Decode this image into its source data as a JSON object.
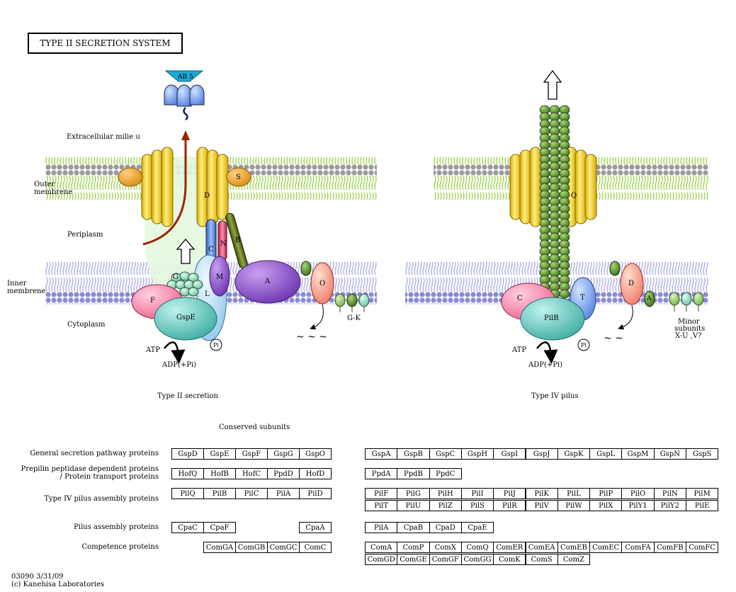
{
  "title": "TYPE II SECRETION SYSTEM",
  "labels": {
    "extracellular": "Extracellular milie u",
    "outer_membrene_1": "Outer",
    "outer_membrene_2": "membrene",
    "periplasm": "Periplasm",
    "inner_membrene_1": "Inner",
    "inner_membrene_2": "membrene",
    "cytoplasm": "Cytoplasm",
    "ab5": "AB 5",
    "atp_left": "ATP",
    "adp_left": "ADP(+Pi)",
    "atp_right": "ATP",
    "adp_right": "ADP(+Pi)",
    "pi_left": "Pi",
    "pi_right": "Pi",
    "gk": "G-K",
    "minor1": "Minor",
    "minor2": "subunits",
    "minor3": "X-U ,V?",
    "type2": "Type II secretion",
    "type4": "Type IV pilus",
    "conserved": "Conserved subunits"
  },
  "proteins_left": {
    "D": "D",
    "S": "S",
    "C": "C",
    "N": "N",
    "B": "B",
    "M": "M",
    "L": "L",
    "A": "A",
    "O": "O",
    "F": "F",
    "GspE": "GspE",
    "G": "G"
  },
  "proteins_right": {
    "Q": "Q",
    "C": "C",
    "T": "T",
    "D": "D",
    "A": "A",
    "PilB": "PilB"
  },
  "rows": [
    {
      "label1": "General secretion pathway proteins",
      "label2": "",
      "left": [
        "GspD",
        "GspE",
        "GspF",
        "GspG",
        "GspO"
      ],
      "right": [
        [
          "GspA",
          "GspB",
          "GspC",
          "GspH",
          "GspI",
          "GspJ",
          "GspK",
          "GspL",
          "GspM",
          "GspN",
          "GspS"
        ]
      ]
    },
    {
      "label1": "Prepilin peptidase dependent proteins",
      "label2": "/ Protein transport proteins",
      "left": [
        "HofQ",
        "HofB",
        "HofC",
        "PpdD",
        "HofD"
      ],
      "right": [
        [
          "PpdA",
          "PpdB",
          "PpdC"
        ]
      ]
    },
    {
      "label1": "Type IV pilus assembly proteins",
      "label2": "",
      "left": [
        "PilQ",
        "PilB",
        "PilC",
        "PilA",
        "PilD"
      ],
      "right": [
        [
          "PilF",
          "PilG",
          "PilH",
          "PilI",
          "PilJ",
          "PilK",
          "PilL",
          "PilP",
          "PilO",
          "PilN",
          "PilM"
        ],
        [
          "PilT",
          "PilU",
          "PilZ",
          "PilS",
          "PilR",
          "PilV",
          "PilW",
          "PilX",
          "PilY1",
          "PilY2",
          "PilE"
        ]
      ]
    },
    {
      "label1": "Pilus assembly proteins",
      "label2": "",
      "left": [
        "CpaC",
        "CpaF",
        "",
        "",
        "CpaA"
      ],
      "right": [
        [
          "PilA",
          "CpaB",
          "CpaD",
          "CpaE"
        ]
      ]
    },
    {
      "label1": "Competence proteins",
      "label2": "",
      "left": [
        "",
        "ComGA",
        "ComGB",
        "ComGC",
        "ComC"
      ],
      "right": [
        [
          "ComA",
          "ComP",
          "ComX",
          "ComQ",
          "ComER",
          "ComEA",
          "ComEB",
          "ComEC",
          "ComFA",
          "ComFB",
          "ComFC"
        ],
        [
          "ComGD",
          "ComGE",
          "ComGF",
          "ComGG",
          "ComK",
          "ComS",
          "ComZ"
        ]
      ]
    }
  ],
  "footer": {
    "line1": "03090 3/31/09",
    "line2": "(c) Kanehisa Laboratories"
  }
}
